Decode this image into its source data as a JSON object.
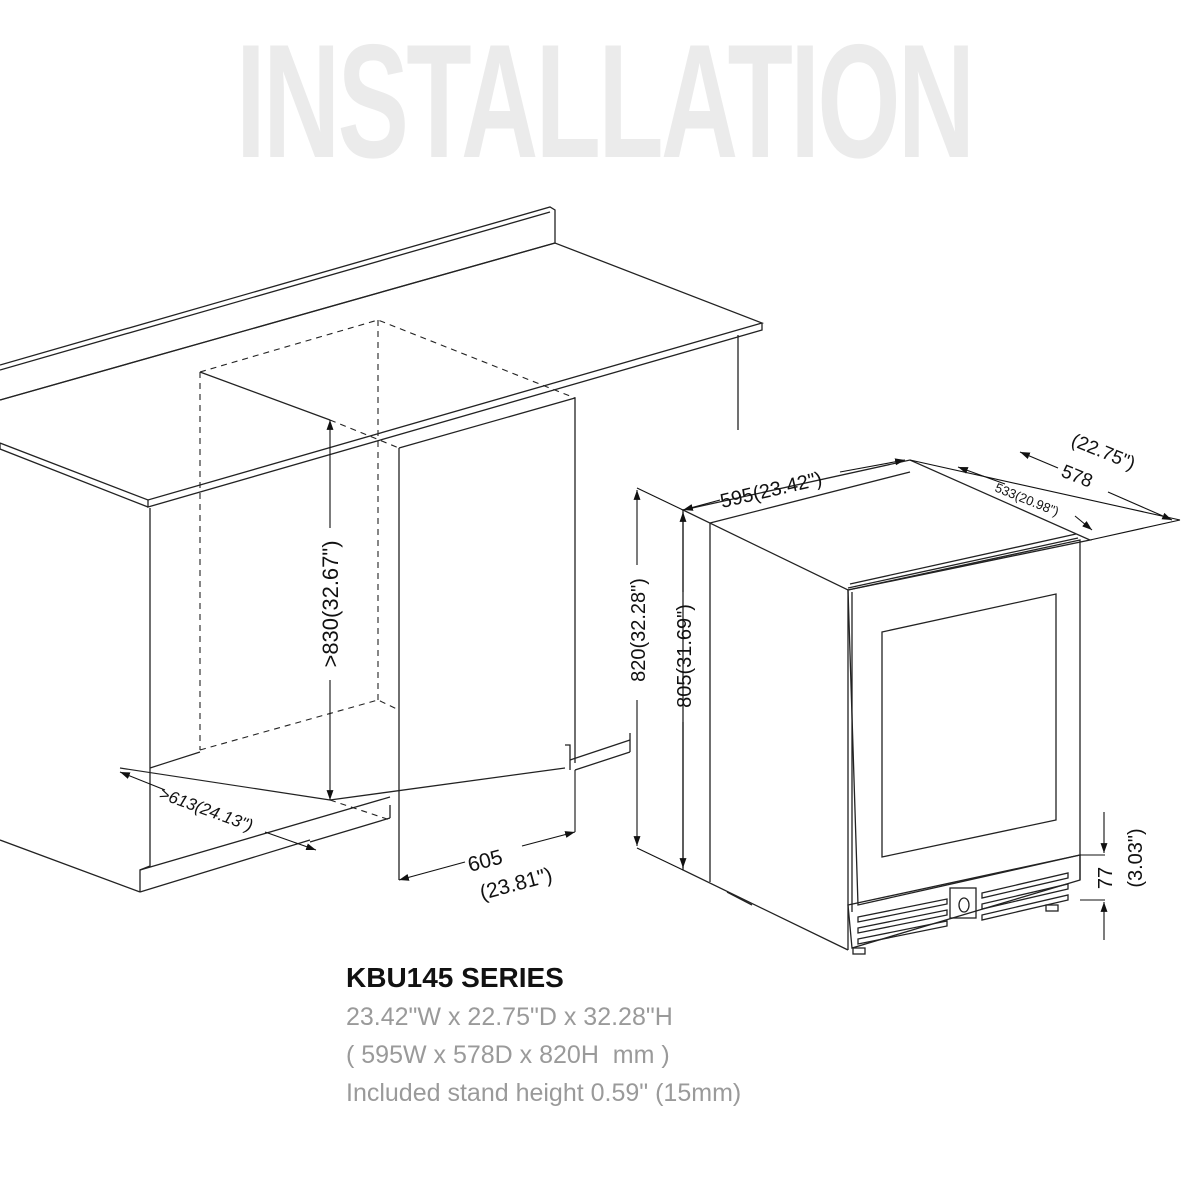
{
  "header": {
    "title": "INSTALLATION"
  },
  "cabinet": {
    "height_clearance": ">830(32.67\")",
    "depth_clearance": ">613(24.13\")",
    "width_opening": "605",
    "width_opening_in": "(23.81\")"
  },
  "appliance": {
    "width": "595(23.42\")",
    "depth_total_in": "(22.75\")",
    "depth_total": "578",
    "depth_body": "533(20.98\")",
    "height_total": "820(32.28\")",
    "height_body": "805(31.69\")",
    "kick_height": "77",
    "kick_height_in": "(3.03\")"
  },
  "specs": {
    "series": "KBU145 SERIES",
    "dims_in": "23.42\"W x 22.75\"D x 32.28\"H",
    "dims_mm": "( 595W x 578D x 820H  mm )",
    "stand": "Included stand height 0.59\" (15mm)"
  },
  "colors": {
    "title": "#ebebeb",
    "line": "#222222",
    "spec_text": "#9a9a9a"
  }
}
